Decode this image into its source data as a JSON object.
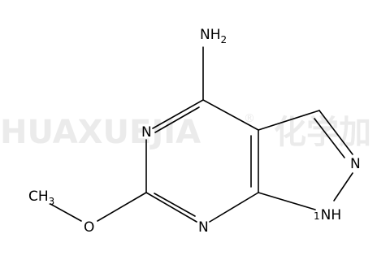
{
  "watermark": {
    "text": "HUAXUEJIA",
    "registered_mark": "®",
    "cjk_text": "化学加",
    "color": "#ebebeb"
  },
  "molecule": {
    "atoms": {
      "amine": {
        "main": "NH",
        "sub": "2"
      },
      "n_ring_top_left": "N",
      "n_ring_bottom": "N",
      "n_pyrazole": "N",
      "nh_pyrazole": "NH",
      "nh_locant": "1",
      "oxygen": "O",
      "methyl": {
        "main": "CH",
        "sub": "3"
      }
    },
    "bond_color": "#000000"
  }
}
